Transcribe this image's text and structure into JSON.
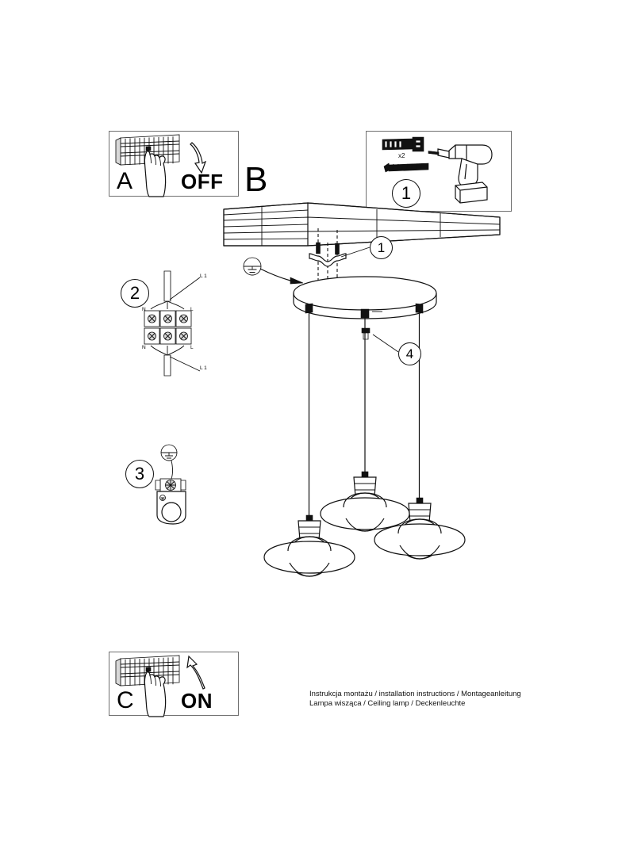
{
  "document": {
    "type": "assembly-instruction-sheet",
    "product": "pendant ceiling lamp with three saturn globe shades"
  },
  "panels": {
    "a": {
      "letter": "A",
      "action_label": "OFF",
      "icon": "circuit-breaker-panel-hand-off"
    },
    "b": {
      "letter": "B",
      "icon": "pendant-lamp-installation-diagram"
    },
    "c": {
      "letter": "C",
      "action_label": "ON",
      "icon": "circuit-breaker-panel-hand-on"
    }
  },
  "steps": {
    "one": {
      "number": "1",
      "quantity_label": "x2",
      "parts": [
        "wall-plug",
        "screw"
      ],
      "tool": "cordless-drill"
    },
    "two": {
      "number": "2",
      "terminal_labels": {
        "neutral_top": "N",
        "live_top": "L",
        "live_out_top": "L 1",
        "neutral_bottom": "N",
        "live_bottom": "L",
        "live_out_bottom": "L 1"
      }
    },
    "three": {
      "number": "3",
      "symbol": "protective-earth-ground"
    },
    "four": {
      "number": "4"
    }
  },
  "callouts": {
    "ceiling_screws": "1",
    "canopy_set_screw": "4",
    "earth_symbol": "protective-earth-ground"
  },
  "footer": {
    "line1": "Instrukcja montażu / installation instructions / Montageanleitung",
    "line2": "Lampa wisząca / Ceiling lamp / Deckenleuchte"
  },
  "colors": {
    "ink": "#111111",
    "frame": "#6f6f6f",
    "paper": "#ffffff",
    "shadow": "#d8d8d8"
  }
}
